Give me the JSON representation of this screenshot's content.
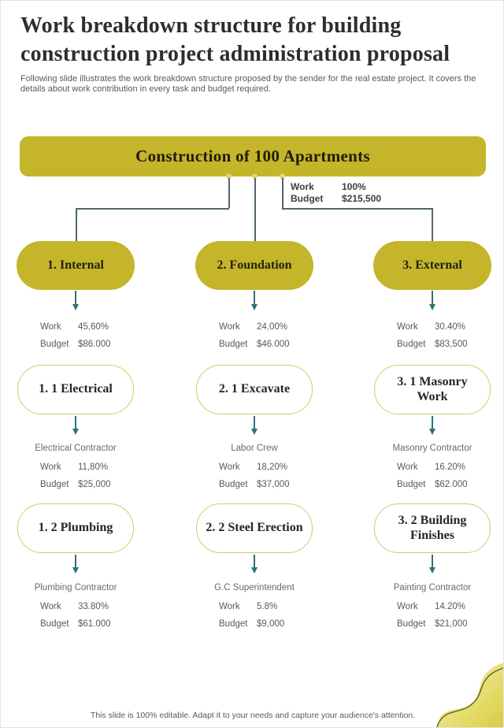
{
  "page": {
    "title": "Work breakdown structure for building construction project administration proposal",
    "subtitle": "Following slide illustrates the work breakdown structure proposed by the sender for the real estate project. It covers the details about work contribution in every task and budget required.",
    "footer": "This slide is 100% editable. Adapt it to your needs and capture your audience's attention."
  },
  "labels": {
    "work": "Work",
    "budget": "Budget"
  },
  "colors": {
    "accent_yellow": "#c4b52b",
    "sub_pill_border": "#d5ca63",
    "arrow_teal": "#2f7078",
    "connector_slate": "#51656f",
    "blob_dark_line": "#4e5c33"
  },
  "root": {
    "label": "Construction of 100 Apartments",
    "work": "100%",
    "budget": "$215,500"
  },
  "branches": [
    {
      "name": "1. Internal",
      "work": "45,60%",
      "budget": "$86.000",
      "sub1": {
        "name": "1. 1 Electrical",
        "contractor": "Electrical Contractor",
        "work": "11,80%",
        "budget": "$25,000"
      },
      "sub2": {
        "name": "1. 2 Plumbing",
        "contractor": "Plumbing Contractor",
        "work": "33.80%",
        "budget": "$61.000"
      }
    },
    {
      "name": "2. Foundation",
      "work": "24.00%",
      "budget": "$46.000",
      "sub1": {
        "name": "2. 1 Excavate",
        "contractor": "Labor Crew",
        "work": "18,20%",
        "budget": "$37,000"
      },
      "sub2": {
        "name": "2. 2 Steel Erection",
        "contractor": "G.C Superintendent",
        "work": "5.8%",
        "budget": "$9,000"
      }
    },
    {
      "name": "3. External",
      "work": "30.40%",
      "budget": "$83,500",
      "sub1": {
        "name": "3. 1 Masonry Work",
        "contractor": "Masonry Contractor",
        "work": "16.20%",
        "budget": "$62.000"
      },
      "sub2": {
        "name": "3. 2 Building Finishes",
        "contractor": "Painting Contractor",
        "work": "14.20%",
        "budget": "$21,000"
      }
    }
  ]
}
